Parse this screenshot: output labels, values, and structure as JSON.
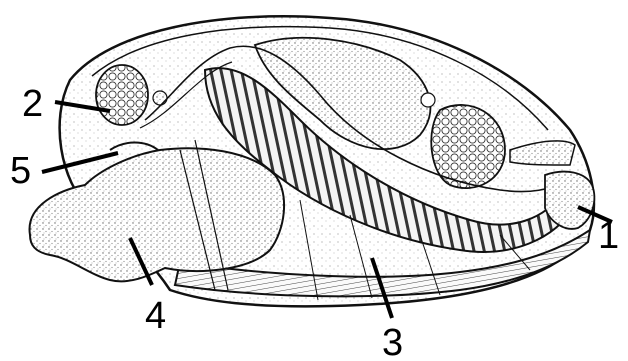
{
  "labels": {
    "l1": "1",
    "l2": "2",
    "l3": "3",
    "l4": "4",
    "l5": "5"
  },
  "colors": {
    "ink": "#111111",
    "paper": "#ffffff",
    "stipple": "#777777"
  }
}
